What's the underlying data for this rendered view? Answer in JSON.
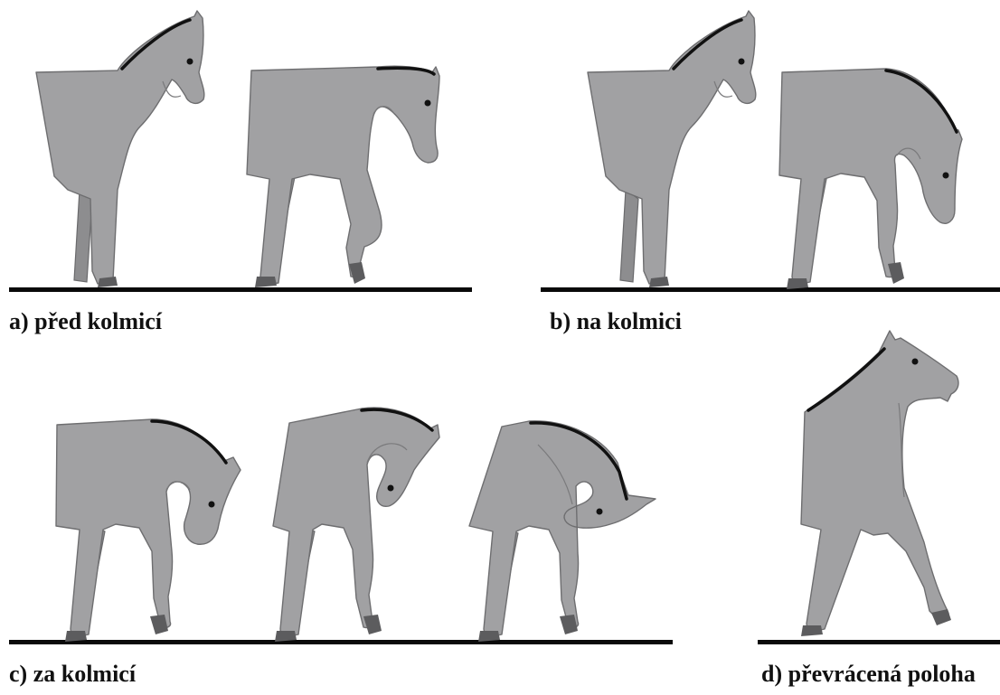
{
  "captions": {
    "a": "a) před kolmicí",
    "b": "b) na kolmici",
    "c": "c) za kolmicí",
    "d": "d) převrácená poloha"
  },
  "colors": {
    "horse_fill": "#a1a1a3",
    "horse_outline": "#6e6e70",
    "mane": "#111111",
    "ground": "#0a0a0a",
    "background": "#ffffff"
  }
}
